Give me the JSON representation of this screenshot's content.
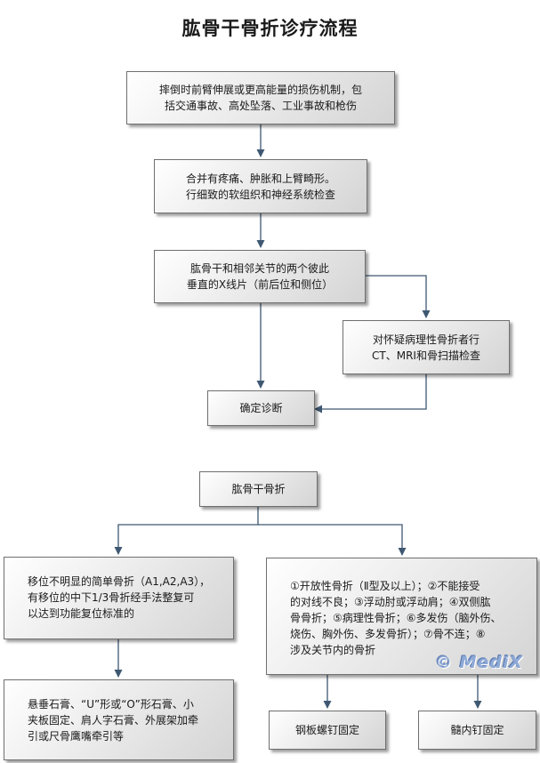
{
  "title": "肱骨干骨折诊疗流程",
  "nodes": {
    "mechanism": "摔倒时前臂伸展或更高能量的损伤机制，包\n括交通事故、高处坠落、工业事故和枪伤",
    "symptoms": "合并有疼痛、肿胀和上臂畸形。\n行细致的软组织和神经系统检查",
    "xray": "肱骨干和相邻关节的两个彼此\n垂直的X线片（前后位和侧位）",
    "ct": "对怀疑病理性骨折者行\nCT、MRI和骨扫描检查",
    "diagnosis": "确定诊断",
    "fracture": "肱骨干骨折",
    "simple": "移位不明显的简单骨折（A1,A2,A3），\n有移位的中下1/3骨折经手法整复可\n以达到功能复位标准的",
    "conservative": "悬垂石膏、“U”形或“O”形石膏、小\n夹板固定、肩人字石膏、外展架加牵\n引或尺骨鹰嘴牵引等",
    "indications": "①开放性骨折（Ⅱ型及以上）；②不能接受\n的对线不良；③浮动肘或浮动肩；④双侧肱\n骨骨折；⑤病理性骨折；⑥多发伤（脑外伤、\n烧伤、胸外伤、多发骨折）；⑦骨不连；⑧\n涉及关节内的骨折",
    "plate": "钢板螺钉固定",
    "nail": "髓内钉固定"
  },
  "watermark": "© MediX",
  "colors": {
    "line": "#3f5872",
    "border": "#6f6f6f"
  }
}
